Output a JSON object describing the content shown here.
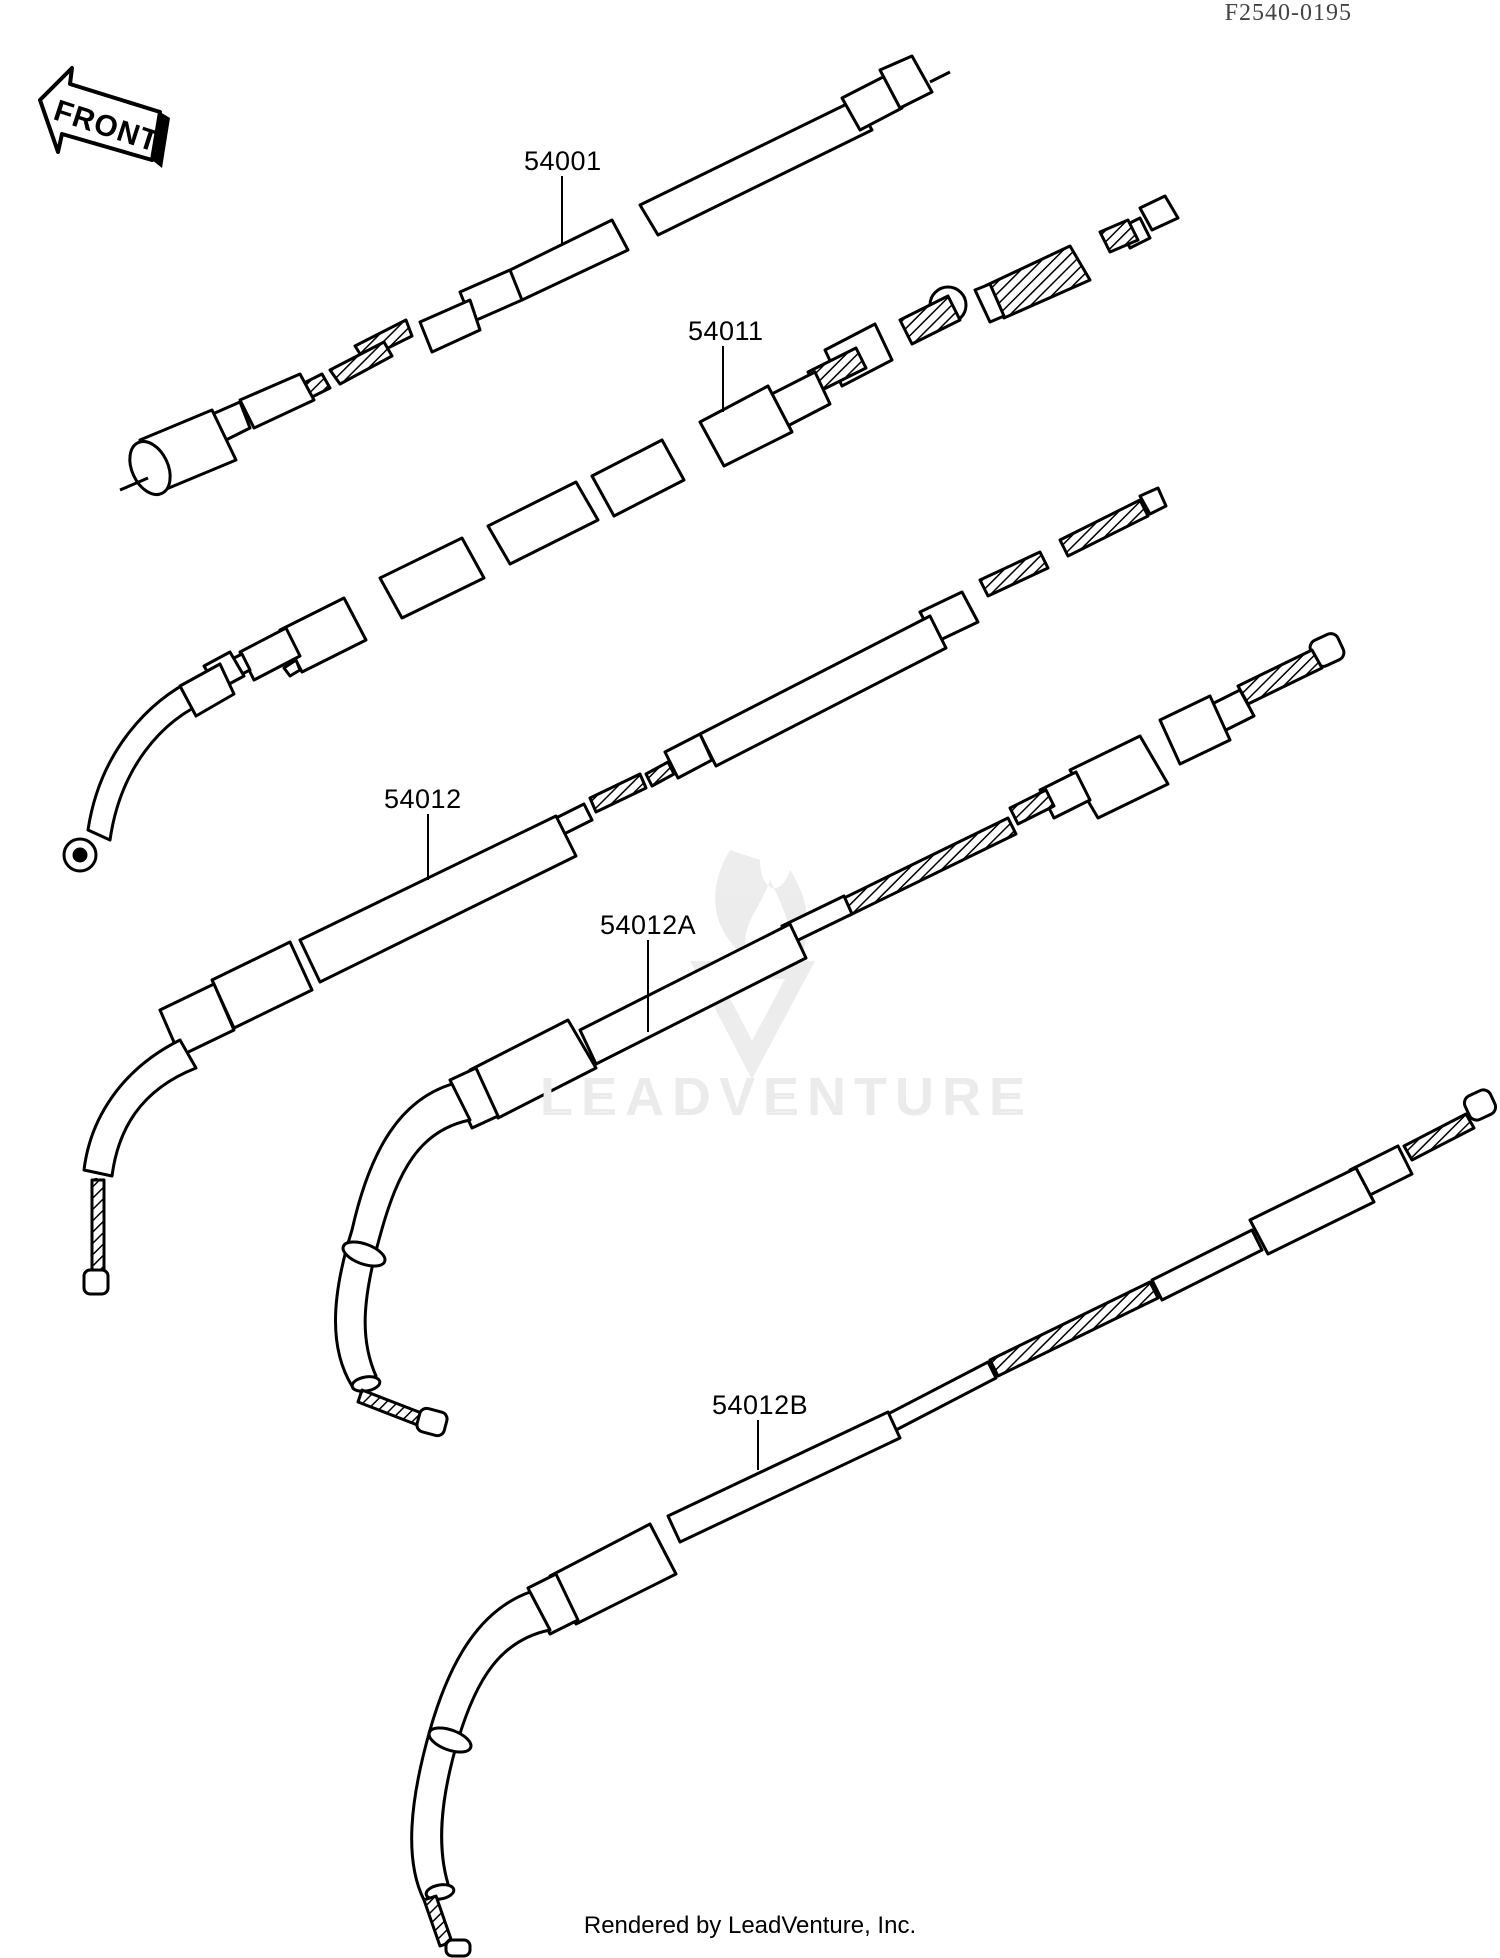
{
  "diagram_id": "F2540-0195",
  "front_label": "FRONT",
  "watermark": "LEADVENTURE",
  "footer": "Rendered by LeadVenture, Inc.",
  "parts": [
    {
      "number": "54001"
    },
    {
      "number": "54011"
    },
    {
      "number": "54012"
    },
    {
      "number": "54012A"
    },
    {
      "number": "54012B"
    }
  ]
}
